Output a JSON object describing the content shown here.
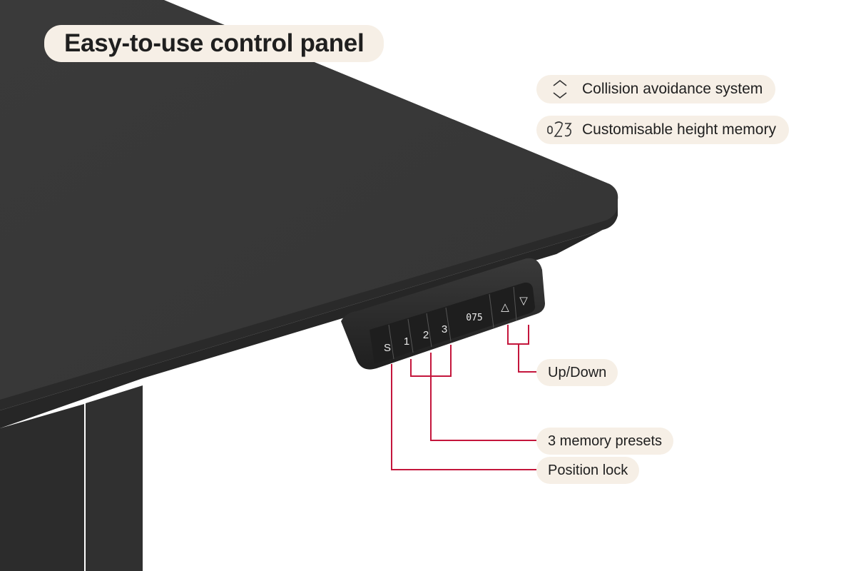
{
  "title": "Easy-to-use control panel",
  "features": [
    {
      "icon": "collision-updown-icon",
      "label": "Collision avoidance system"
    },
    {
      "icon": "height-memory-icon",
      "label": "Customisable height memory"
    }
  ],
  "control_panel": {
    "buttons": [
      "S",
      "1",
      "2",
      "3"
    ],
    "display": "075",
    "up_symbol": "△",
    "down_symbol": "▽"
  },
  "callouts": {
    "up_down": "Up/Down",
    "presets": "3 memory presets",
    "lock": "Position lock"
  },
  "colors": {
    "pill_bg": "#f6efe6",
    "leader_line": "#c4163c",
    "desk_top": "#3b3b3b",
    "panel_body": "#2b2b2b"
  }
}
